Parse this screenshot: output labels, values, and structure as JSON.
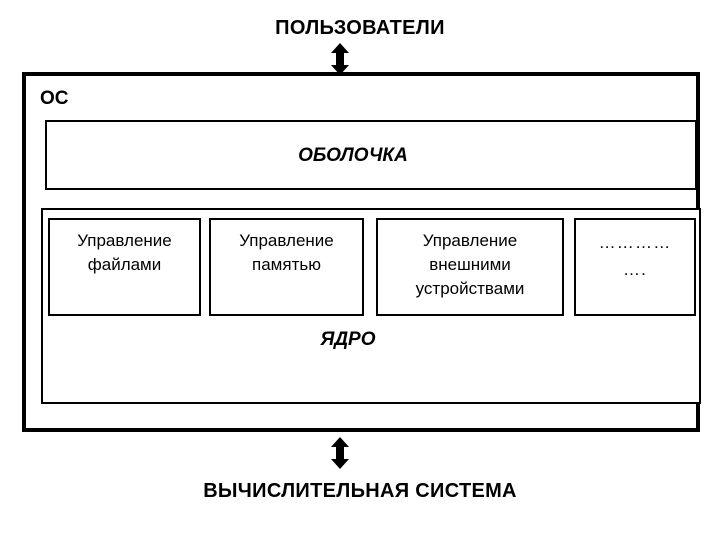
{
  "diagram": {
    "top_caption": "ПОЛЬЗОВАТЕЛИ",
    "bottom_caption": "ВЫЧИСЛИТЕЛЬНАЯ СИСТЕМА",
    "os_frame": {
      "label": "ОС",
      "shell": {
        "label": "ОБОЛОЧКА"
      },
      "kernel": {
        "label": "ЯДРО",
        "modules": [
          {
            "label": "Управление\nфайлами"
          },
          {
            "label": "Управление\nпамятью"
          },
          {
            "label": "Управление\nвнешними\nустройствами"
          },
          {
            "label": "…………\n…."
          }
        ]
      }
    },
    "arrows": [
      {
        "name": "users-to-os-arrow",
        "icon": "double-headed-vertical-arrow-icon"
      },
      {
        "name": "os-to-computer-arrow",
        "icon": "double-headed-vertical-arrow-icon"
      }
    ],
    "colors": {
      "line": "#000000",
      "background": "#ffffff",
      "text": "#000000"
    }
  }
}
